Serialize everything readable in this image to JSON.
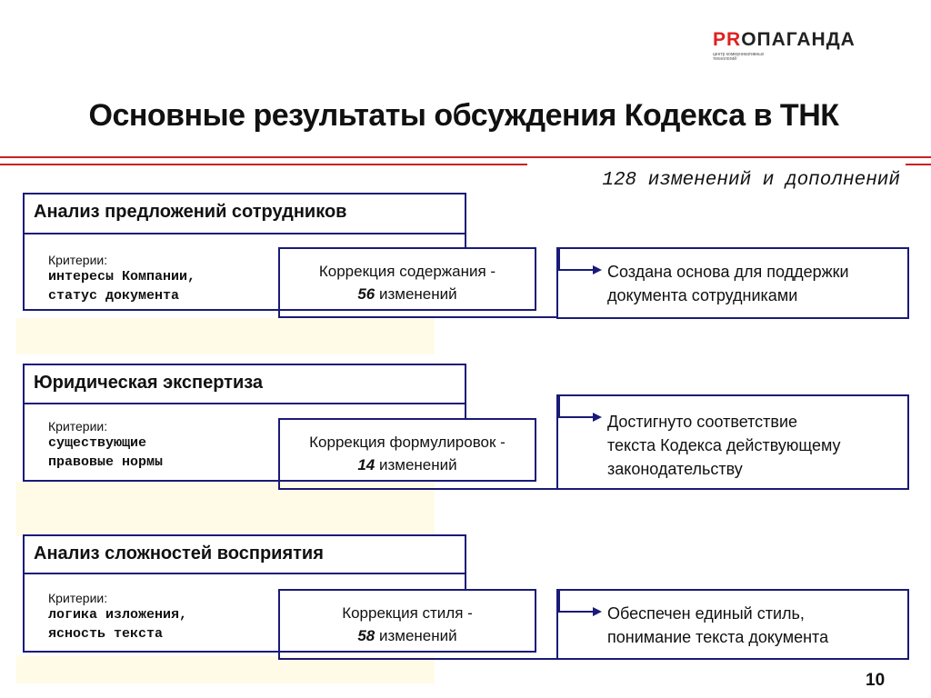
{
  "logo": {
    "pr": "PR",
    "rest": "ОПАГАНДА",
    "subtitle": "центр коммуникативных технологий"
  },
  "title": "Основные результаты обсуждения Кодекса в ТНК",
  "total": "128 изменений и дополнений",
  "blocks": [
    {
      "heading": "Анализ предложений сотрудников",
      "criteria_label": "Критерии:",
      "criteria_line1": "интересы Компании,",
      "criteria_line2": "статус документа",
      "correction_line1": "Коррекция содержания -",
      "correction_number": "56",
      "correction_unit": " изменений",
      "result_line1": "Создана основа для поддержки",
      "result_line2": "документа сотрудниками",
      "result_line3": ""
    },
    {
      "heading": "Юридическая экспертиза",
      "criteria_label": "Критерии:",
      "criteria_line1": "существующие",
      "criteria_line2": "правовые нормы",
      "correction_line1": "Коррекция формулировок -",
      "correction_number": "14",
      "correction_unit": " изменений",
      "result_line1": "Достигнуто соответствие",
      "result_line2": "текста Кодекса действующему",
      "result_line3": "законодательству"
    },
    {
      "heading": "Анализ сложностей восприятия",
      "criteria_label": "Критерии:",
      "criteria_line1": "логика изложения,",
      "criteria_line2": "ясность текста",
      "correction_line1": "Коррекция стиля -",
      "correction_number": "58",
      "correction_unit": " изменений",
      "result_line1": "Обеспечен единый стиль,",
      "result_line2": "понимание текста документа",
      "result_line3": ""
    }
  ],
  "page_number": "10",
  "colors": {
    "accent_red": "#cc1f1f",
    "box_border": "#1a1a78",
    "highlight_yellow": "#fffbe6"
  }
}
